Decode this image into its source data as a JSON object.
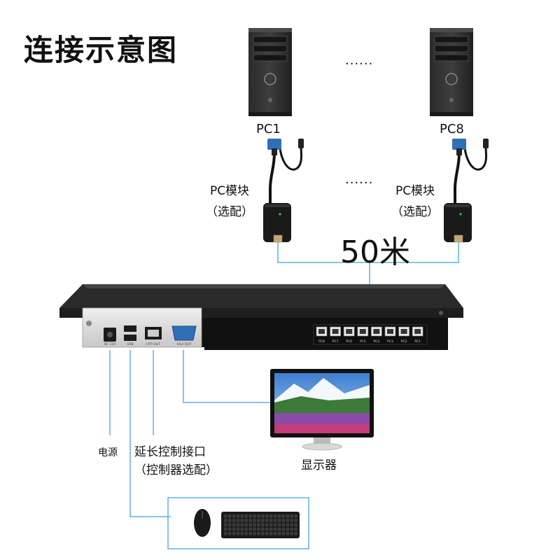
{
  "title": "连接示意图",
  "pcs": [
    {
      "label": "PC1"
    },
    {
      "label": "PC8"
    }
  ],
  "ellipsis": "......",
  "modules": [
    {
      "line1": "PC模块",
      "line2": "（选配）"
    },
    {
      "line1": "PC模块",
      "line2": "（选配）"
    }
  ],
  "distance": "50米",
  "ports": {
    "labels": [
      "PC8",
      "PC7",
      "PC6",
      "PC5",
      "PC4",
      "PC3",
      "PC2",
      "PC1"
    ],
    "back": [
      "DC 12V",
      "USB",
      "UTP OUT",
      "VGA OUT"
    ]
  },
  "power_label": "电源",
  "ext_label": {
    "line1": "延长控制接口",
    "line2": "（控制器选配）"
  },
  "monitor_label": "显示器",
  "colors": {
    "cable": "#5ab4e0",
    "device": "#1a1a1a",
    "panel": "#dcdcdc"
  }
}
